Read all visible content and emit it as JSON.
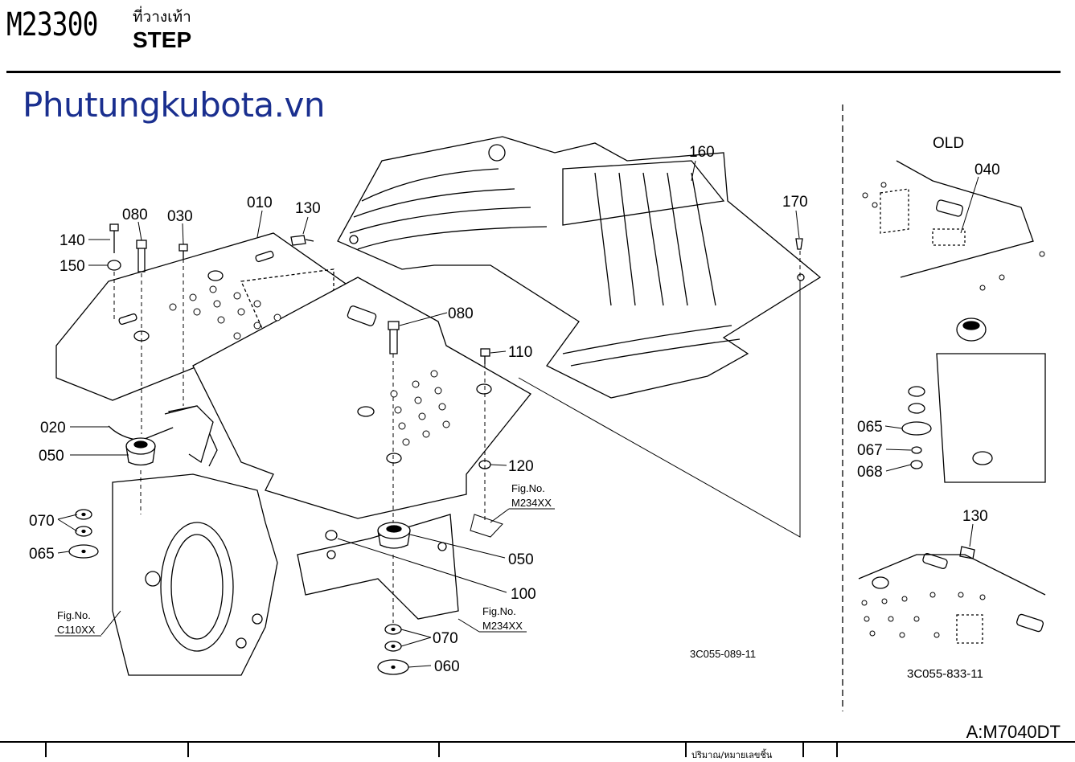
{
  "header": {
    "code": "M23300",
    "title_thai": "ที่วางเท้า",
    "title": "STEP"
  },
  "watermark": "Phutungkubota.vn",
  "callouts": {
    "p010": "010",
    "p020": "020",
    "p030": "030",
    "p040": "040",
    "p050a": "050",
    "p050b": "050",
    "p060": "060",
    "p065a": "065",
    "p065b": "065",
    "p067": "067",
    "p068": "068",
    "p070a": "070",
    "p070b": "070",
    "p080a": "080",
    "p080b": "080",
    "p100": "100",
    "p110": "110",
    "p120": "120",
    "p130a": "130",
    "p130b": "130",
    "p140": "140",
    "p150": "150",
    "p160": "160",
    "p170": "170"
  },
  "figrefs": {
    "fig_label": "Fig.No.",
    "ref1": "M234XX",
    "ref2": "C110XX",
    "ref3": "M234XX"
  },
  "inset": {
    "old_label": "OLD"
  },
  "drawing_numbers": {
    "main": "3C055-089-11",
    "inset": "3C055-833-11"
  },
  "model": "A:M7040DT",
  "footer_thai_fragment": "ปริมาณ/หมายเลขชิ้น",
  "colors": {
    "ink": "#000000",
    "watermark": "#1a2f8f"
  }
}
